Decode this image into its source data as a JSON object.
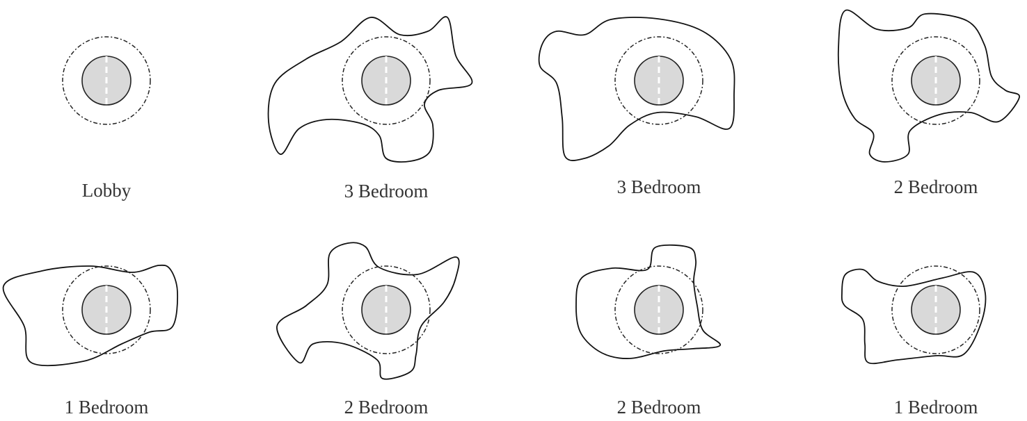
{
  "units": [
    {
      "label": "Lobby"
    },
    {
      "label": "3 Bedroom"
    },
    {
      "label": "3 Bedroom"
    },
    {
      "label": "2 Bedroom"
    },
    {
      "label": "1 Bedroom"
    },
    {
      "label": "2 Bedroom"
    },
    {
      "label": "2 Bedroom"
    },
    {
      "label": "1 Bedroom"
    }
  ]
}
